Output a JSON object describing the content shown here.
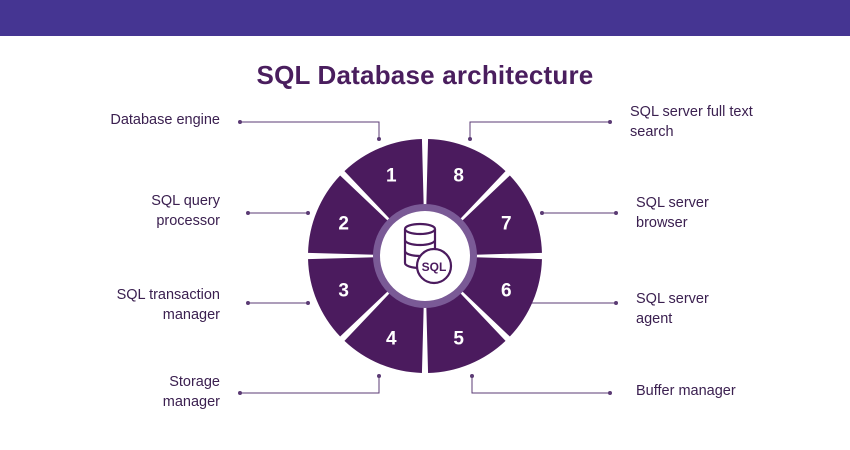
{
  "title": "SQL Database architecture",
  "colors": {
    "top_bar": "#453592",
    "segment": "#4b1b5e",
    "ring": "#7a5a96",
    "title": "#4a1e5e",
    "connector": "#5b3b74"
  },
  "center_icon": "sql-database-icon",
  "center_icon_text": "SQL",
  "segments": [
    {
      "number": "1",
      "label": [
        "Database engine"
      ]
    },
    {
      "number": "2",
      "label": [
        "SQL query",
        "processor"
      ]
    },
    {
      "number": "3",
      "label": [
        "SQL transaction",
        "manager"
      ]
    },
    {
      "number": "4",
      "label": [
        "Storage",
        "manager"
      ]
    },
    {
      "number": "5",
      "label": [
        "Buffer manager"
      ]
    },
    {
      "number": "6",
      "label": [
        "SQL server",
        "agent"
      ]
    },
    {
      "number": "7",
      "label": [
        "SQL server",
        "browser"
      ]
    },
    {
      "number": "8",
      "label": [
        "SQL server full text",
        "search"
      ]
    }
  ]
}
